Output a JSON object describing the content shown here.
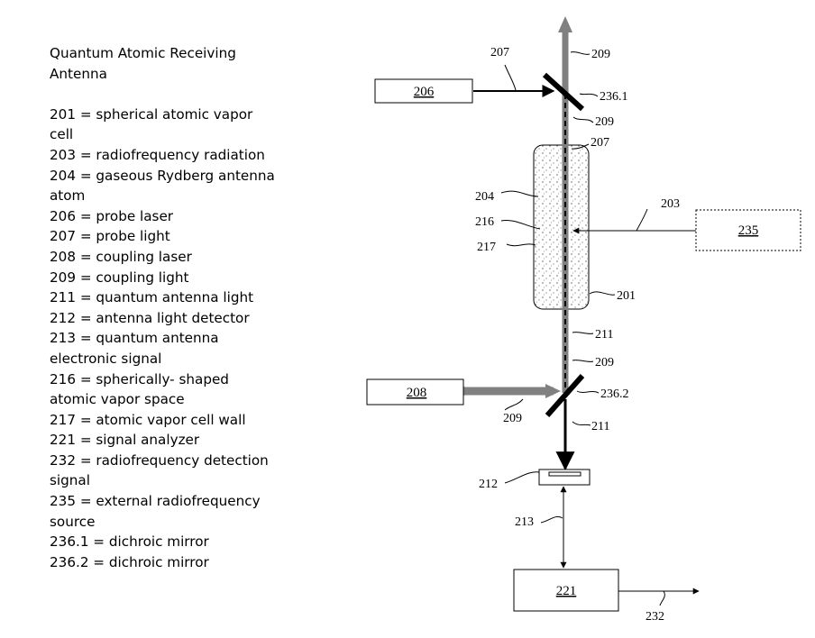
{
  "legend": {
    "title": "Quantum Atomic Receiving Antenna",
    "items": [
      "201 = spherical atomic vapor cell",
      "203 = radiofrequency radiation",
      "204 = gaseous Rydberg antenna atom",
      "206 = probe laser",
      "207 = probe light",
      "208 = coupling laser",
      "209 = coupling light",
      "211 = quantum antenna light",
      "212 = antenna light detector",
      "213 = quantum antenna electronic signal",
      "216 = spherically- shaped atomic vapor space",
      "217 = atomic vapor cell wall",
      "221 = signal analyzer",
      "232 = radiofrequency detection signal",
      "235 = external radiofrequency source",
      "236.1 = dichroic mirror",
      "236.2 = dichroic mirror"
    ]
  },
  "diagram": {
    "boxes": {
      "probe_laser": "206",
      "coupling_laser": "208",
      "rf_source": "235",
      "signal_analyzer": "221"
    },
    "labels": {
      "l207_top": "207",
      "l209_top": "209",
      "l236_1": "236.1",
      "l209_mid": "209",
      "l207_mid": "207",
      "l204": "204",
      "l216": "216",
      "l217": "217",
      "l203": "203",
      "l201": "201",
      "l211_mid": "211",
      "l209_low": "209",
      "l236_2": "236.2",
      "l209_coupling": "209",
      "l211_low": "211",
      "l212": "212",
      "l213": "213",
      "l232": "232"
    }
  }
}
